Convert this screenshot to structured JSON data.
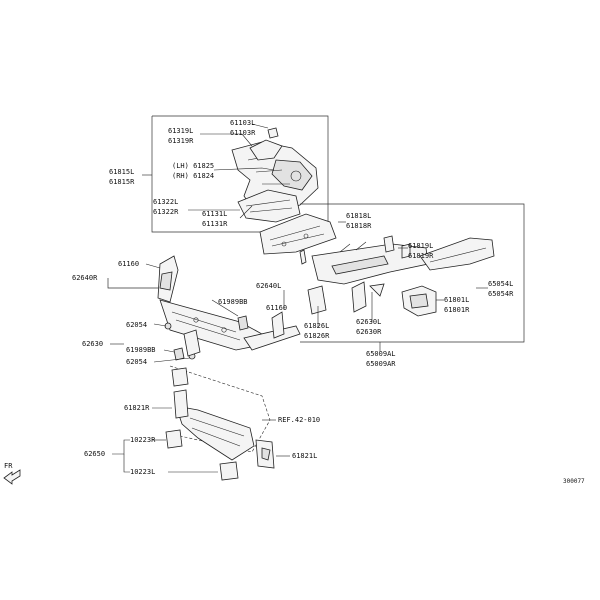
{
  "labels": {
    "p61103L": "61103L",
    "p61103R": "61103R",
    "p61319L": "61319L",
    "p61319R": "61319R",
    "p61815L": "61815L",
    "p61815R": "61815R",
    "p61825": "(LH) 61825",
    "p61824": "(RH) 61824",
    "p61322L": "61322L",
    "p61322R": "61322R",
    "p61131L": "61131L",
    "p61131R": "61131R",
    "p61818L": "61818L",
    "p61818R": "61818R",
    "p61819L": "61819L",
    "p61819R": "61819R",
    "p65054L": "65054L",
    "p65054R": "65054R",
    "p61801L": "61801L",
    "p61801R": "61801R",
    "p62630L": "62630L",
    "p62630R": "62630R",
    "p61826L": "61826L",
    "p61826R": "61826R",
    "p65009AL": "65009AL",
    "p65009AR": "65009AR",
    "p62640L": "62640L",
    "p61160a": "61160",
    "p61160b": "61160",
    "p62640R": "62640R",
    "p61989BBa": "61989BB",
    "p61989BBb": "61989BB",
    "p62054a": "62054",
    "p62054b": "62054",
    "p62630": "62630",
    "p61821R": "61821R",
    "p61821L": "61821L",
    "pRef": "REF.42-010",
    "p10223Ra": "10223R",
    "p10223Lb": "10223L",
    "p62650": "62650",
    "fr": "FR",
    "diagram_id": "300077"
  }
}
